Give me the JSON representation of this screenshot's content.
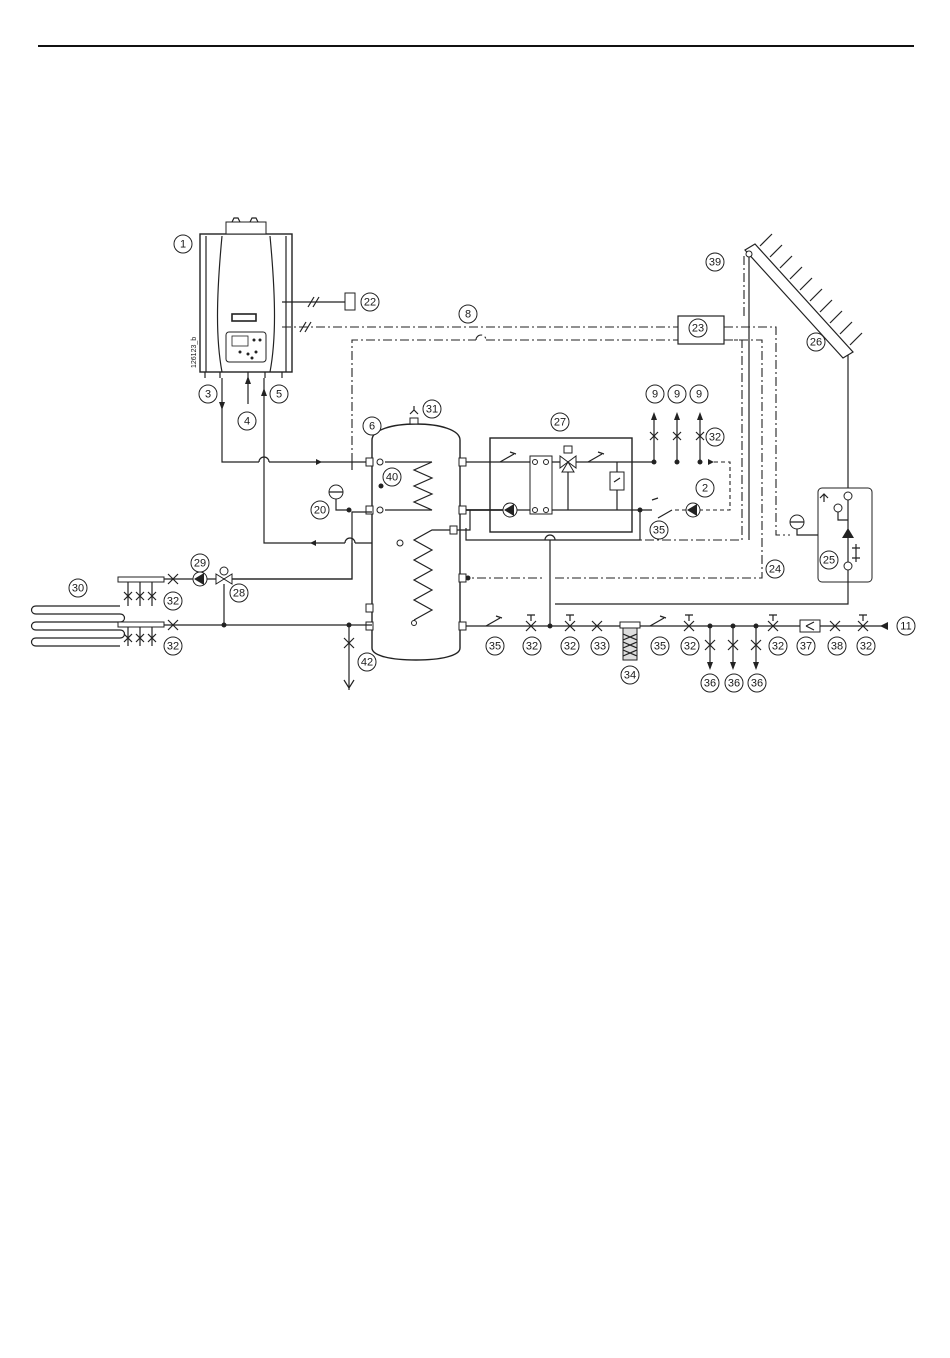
{
  "boiler_code": "126123_b",
  "callouts": [
    {
      "id": "c1",
      "label": "1"
    },
    {
      "id": "c22",
      "label": "22"
    },
    {
      "id": "c8",
      "label": "8"
    },
    {
      "id": "c39",
      "label": "39"
    },
    {
      "id": "c23",
      "label": "23"
    },
    {
      "id": "c26",
      "label": "26"
    },
    {
      "id": "c3",
      "label": "3"
    },
    {
      "id": "c4",
      "label": "4"
    },
    {
      "id": "c5",
      "label": "5"
    },
    {
      "id": "c6",
      "label": "6"
    },
    {
      "id": "c31",
      "label": "31"
    },
    {
      "id": "c27",
      "label": "27"
    },
    {
      "id": "c9a",
      "label": "9"
    },
    {
      "id": "c9b",
      "label": "9"
    },
    {
      "id": "c9c",
      "label": "9"
    },
    {
      "id": "c32a",
      "label": "32"
    },
    {
      "id": "c40",
      "label": "40"
    },
    {
      "id": "c2",
      "label": "2"
    },
    {
      "id": "c20",
      "label": "20"
    },
    {
      "id": "c35a",
      "label": "35"
    },
    {
      "id": "c25",
      "label": "25"
    },
    {
      "id": "c29",
      "label": "29"
    },
    {
      "id": "c28",
      "label": "28"
    },
    {
      "id": "c30",
      "label": "30"
    },
    {
      "id": "c32b",
      "label": "32"
    },
    {
      "id": "c32c",
      "label": "32"
    },
    {
      "id": "c24",
      "label": "24"
    },
    {
      "id": "c42",
      "label": "42"
    },
    {
      "id": "c11",
      "label": "11"
    },
    {
      "id": "c35b",
      "label": "35"
    },
    {
      "id": "c32d",
      "label": "32"
    },
    {
      "id": "c32e",
      "label": "32"
    },
    {
      "id": "c33",
      "label": "33"
    },
    {
      "id": "c35c",
      "label": "35"
    },
    {
      "id": "c32f",
      "label": "32"
    },
    {
      "id": "c32g",
      "label": "32"
    },
    {
      "id": "c37",
      "label": "37"
    },
    {
      "id": "c38",
      "label": "38"
    },
    {
      "id": "c32h",
      "label": "32"
    },
    {
      "id": "c34",
      "label": "34"
    },
    {
      "id": "c36a",
      "label": "36"
    },
    {
      "id": "c36b",
      "label": "36"
    },
    {
      "id": "c36c",
      "label": "36"
    }
  ]
}
